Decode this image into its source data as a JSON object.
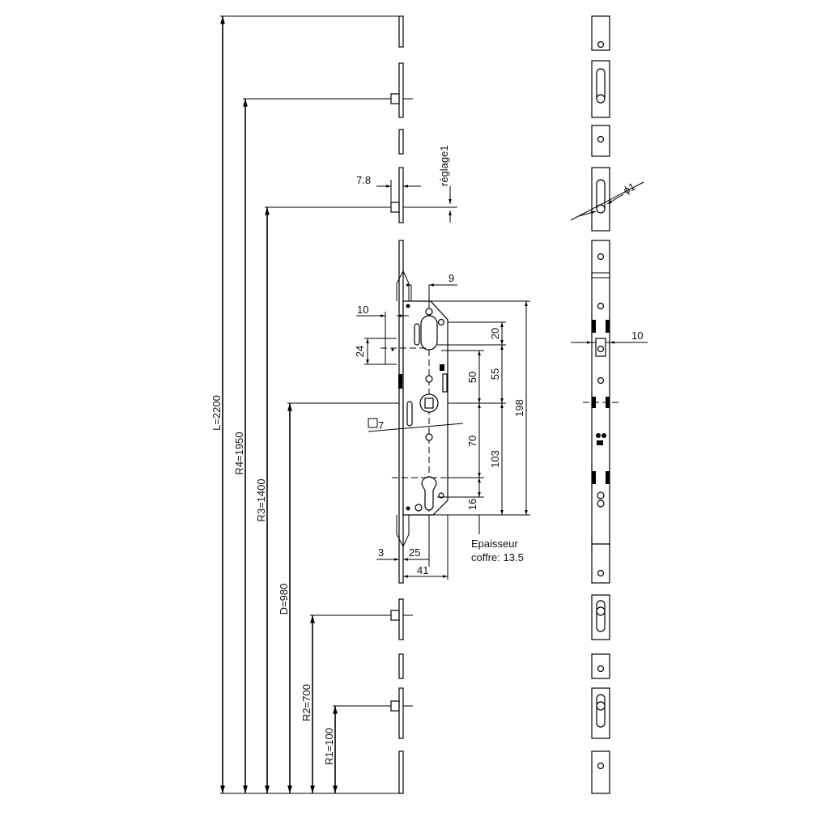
{
  "dimensions_left": {
    "L": "L=2200",
    "R4": "R4=1950",
    "R3": "R3=1400",
    "D": "D=980",
    "R2": "R2=700",
    "R1": "R1=100"
  },
  "dimensions_lock": {
    "d7_8": "7.8",
    "reglage": "réglage1",
    "d9": "9",
    "d10": "10",
    "d24": "24",
    "d20": "20",
    "d50": "50",
    "d55": "55",
    "d198": "198",
    "square7": "7",
    "d70": "70",
    "d103": "103",
    "d16": "16",
    "d3": "3",
    "d25": "25",
    "d41": "41",
    "thickness_line1": "Epaisseur",
    "thickness_line2": "coffre: 13.5"
  },
  "dimensions_front": {
    "phi": "ϕ1",
    "d10": "10"
  }
}
